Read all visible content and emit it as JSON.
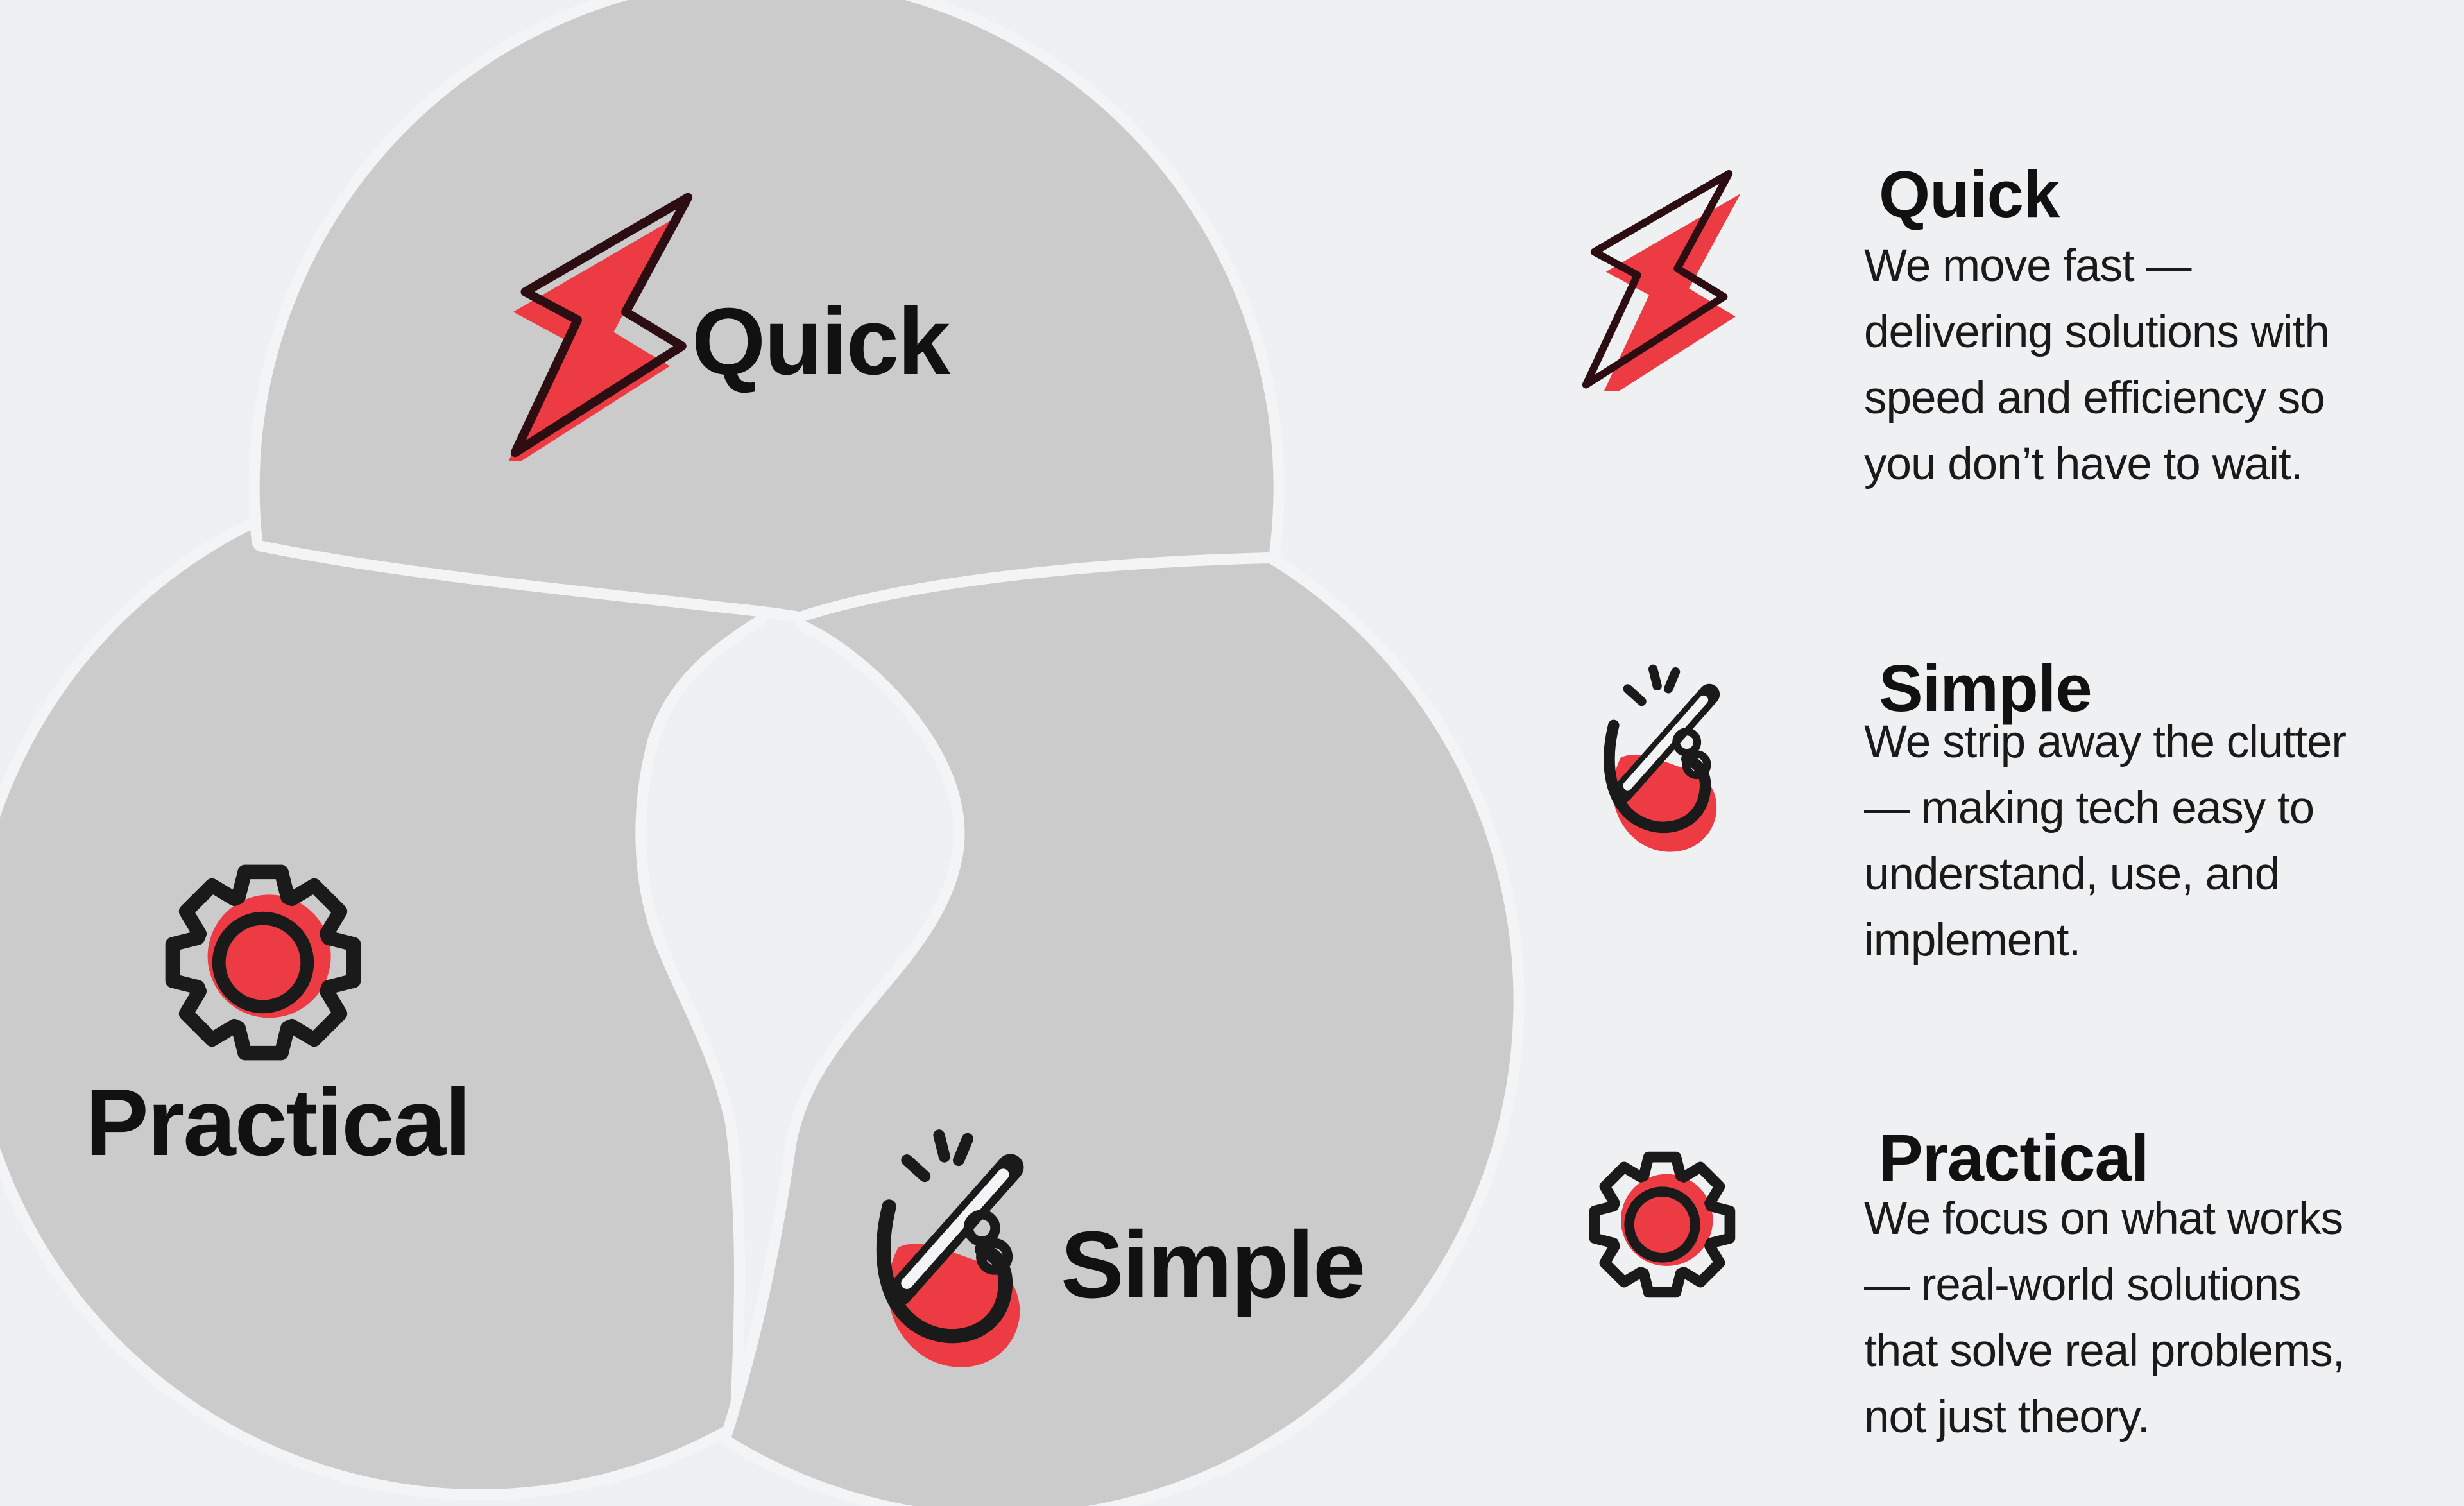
{
  "diagram": {
    "type": "three-circle pinwheel loop",
    "circles": [
      {
        "id": "quick",
        "label": "Quick",
        "icon": "lightning-bolt"
      },
      {
        "id": "practical",
        "label": "Practical",
        "icon": "gear"
      },
      {
        "id": "simple",
        "label": "Simple",
        "icon": "finger-snap"
      }
    ]
  },
  "details": [
    {
      "title": "Quick",
      "icon": "lightning-bolt",
      "body": "We move fast —\ndelivering solutions with\nspeed and efficiency so\nyou don’t have to wait."
    },
    {
      "title": "Simple",
      "icon": "finger-snap",
      "body": "We strip away the clutter\n— making tech easy to\nunderstand, use, and\nimplement."
    },
    {
      "title": "Practical",
      "icon": "gear",
      "body": "We focus on what works\n— real-world solutions\nthat solve real problems,\nnot just theory."
    }
  ],
  "colors": {
    "background": "#EFF0F2",
    "circle_grey": "#CBCBCB",
    "channel_white": "#F3F4F6",
    "accent_red": "#ED3B43",
    "bolt_outline_dark": "#2B0D12",
    "icon_black": "#1A1A1A",
    "text_black": "#111111"
  }
}
